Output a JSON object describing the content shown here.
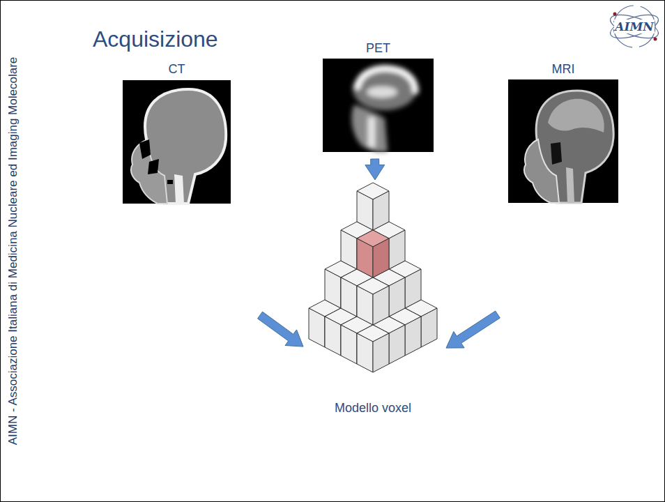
{
  "diagram": {
    "title": "Acquisizione",
    "nodes": [
      {
        "text": [
          "CT"
        ]
      },
      {
        "text": [
          "PET"
        ]
      },
      {
        "text": [
          "MRI"
        ]
      },
      {
        "text": [
          "Modello voxel"
        ]
      }
    ],
    "edges": [
      {
        "from": 0,
        "to": 3,
        "arrow": "to"
      },
      {
        "from": 1,
        "to": 3,
        "arrow": "to"
      },
      {
        "from": 2,
        "to": 3,
        "arrow": "to"
      }
    ],
    "labels": [
      "AIMN - Associazione Italiana di Medicina Nucleare ed Imaging Molecolare",
      "AIMN"
    ]
  }
}
